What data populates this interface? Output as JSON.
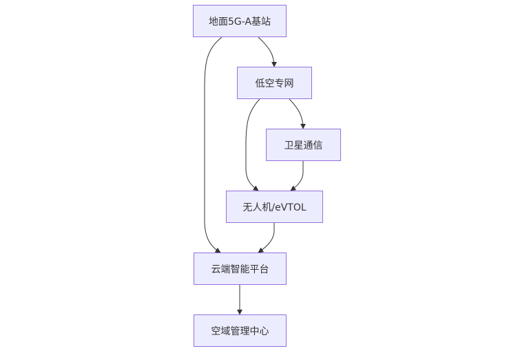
{
  "diagram": {
    "type": "flowchart",
    "direction": "top-down",
    "colors": {
      "node_fill": "#ECECFF",
      "node_border": "#9370DB",
      "edge": "#333333",
      "text": "#333333"
    },
    "nodes": [
      {
        "id": "ground",
        "label": "地面5G-A基站"
      },
      {
        "id": "lowalt",
        "label": "低空专网"
      },
      {
        "id": "sat",
        "label": "卫星通信"
      },
      {
        "id": "uav",
        "label": "无人机/eVTOL"
      },
      {
        "id": "cloud",
        "label": "云端智能平台"
      },
      {
        "id": "center",
        "label": "空域管理中心"
      }
    ],
    "edges": [
      {
        "from": "ground",
        "to": "lowalt"
      },
      {
        "from": "ground",
        "to": "cloud"
      },
      {
        "from": "lowalt",
        "to": "sat"
      },
      {
        "from": "lowalt",
        "to": "uav"
      },
      {
        "from": "sat",
        "to": "uav"
      },
      {
        "from": "uav",
        "to": "cloud"
      },
      {
        "from": "cloud",
        "to": "center"
      }
    ]
  }
}
